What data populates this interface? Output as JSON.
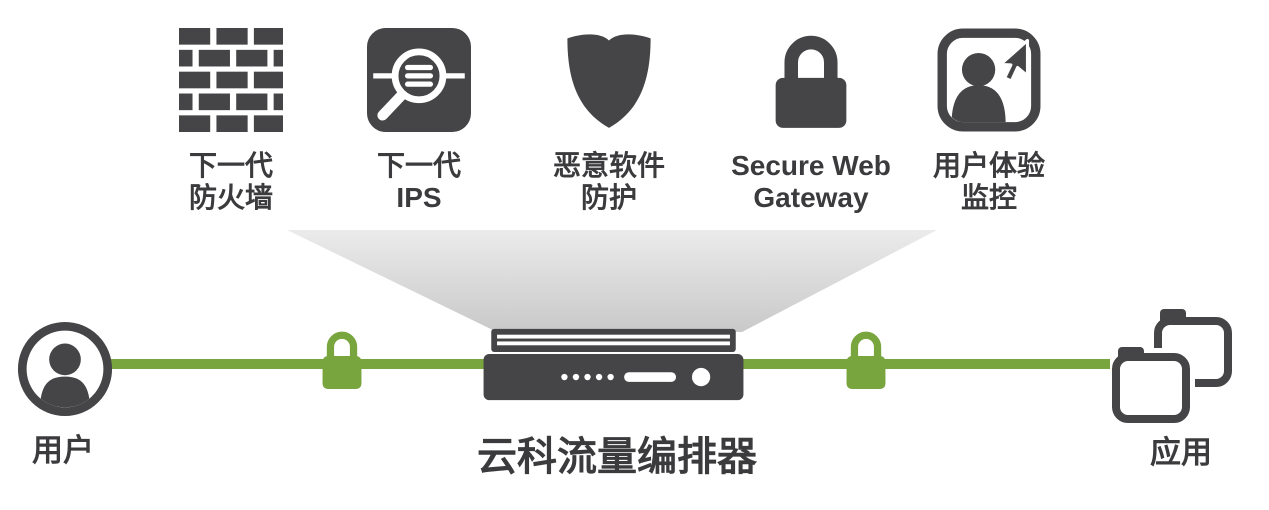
{
  "colors": {
    "ink": "#454446",
    "green": "#79a53f",
    "funnel_top": "#ebebeb",
    "funnel_bottom": "#c9c9c9",
    "text": "#3b3a3c"
  },
  "services": [
    {
      "line1": "下一代",
      "line2": "防火墙",
      "icon": "firewall-icon"
    },
    {
      "line1": "下一代",
      "line2": "IPS",
      "icon": "ips-icon"
    },
    {
      "line1": "恶意软件",
      "line2": "防护",
      "icon": "malware-protection-icon"
    },
    {
      "line1": "Secure Web",
      "line2": "Gateway",
      "icon": "secure-web-gateway-icon"
    },
    {
      "line1": "用户体验",
      "line2": "监控",
      "icon": "user-experience-icon"
    }
  ],
  "left_node": {
    "label": "用户"
  },
  "center_node": {
    "label": "云科流量编排器"
  },
  "right_node": {
    "label": "应用"
  }
}
